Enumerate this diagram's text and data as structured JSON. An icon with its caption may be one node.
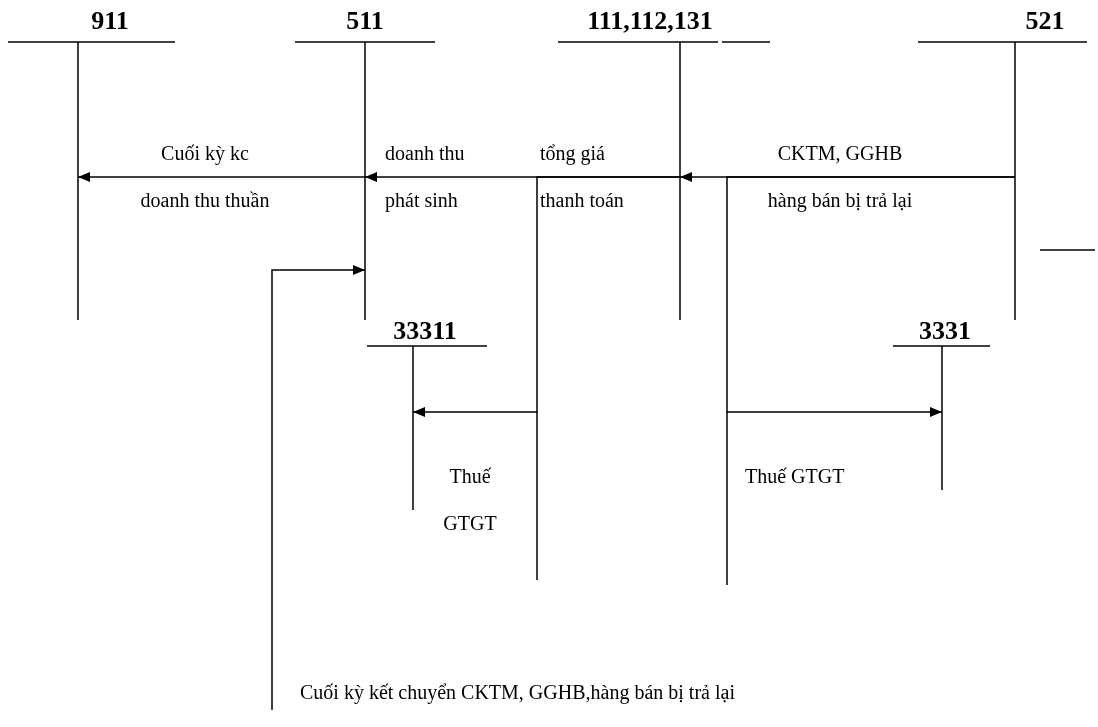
{
  "diagram": {
    "nodes": [
      {
        "text": [
          "911"
        ]
      },
      {
        "text": [
          "511"
        ]
      },
      {
        "text": [
          "111,112,131"
        ]
      },
      {
        "text": [
          "521"
        ]
      },
      {
        "text": [
          "33311"
        ]
      },
      {
        "text": [
          "3331"
        ]
      }
    ],
    "edges": [
      {
        "from": 1,
        "to": 0,
        "arrow": "to",
        "label": "Cuối kỳ kc doanh thu thuần"
      },
      {
        "from": 2,
        "to": 1,
        "arrow": "to",
        "label": "doanh thu phát sinh"
      },
      {
        "from": 2,
        "to": 4,
        "arrow": "to",
        "label": "Thuế GTGT"
      },
      {
        "from": 3,
        "to": 2,
        "arrow": "to",
        "label": "CKTM, GGHB hàng bán bị trả lại"
      },
      {
        "from": 3,
        "to": 5,
        "arrow": "to",
        "label": "Thuế GTGT"
      },
      {
        "from": null,
        "to": 1,
        "arrow": "to",
        "label": "Cuối kỳ kết chuyển CKTM, GGHB,hàng bán bị trả lại"
      }
    ],
    "labels": [
      "tổng giá thanh toán"
    ]
  }
}
